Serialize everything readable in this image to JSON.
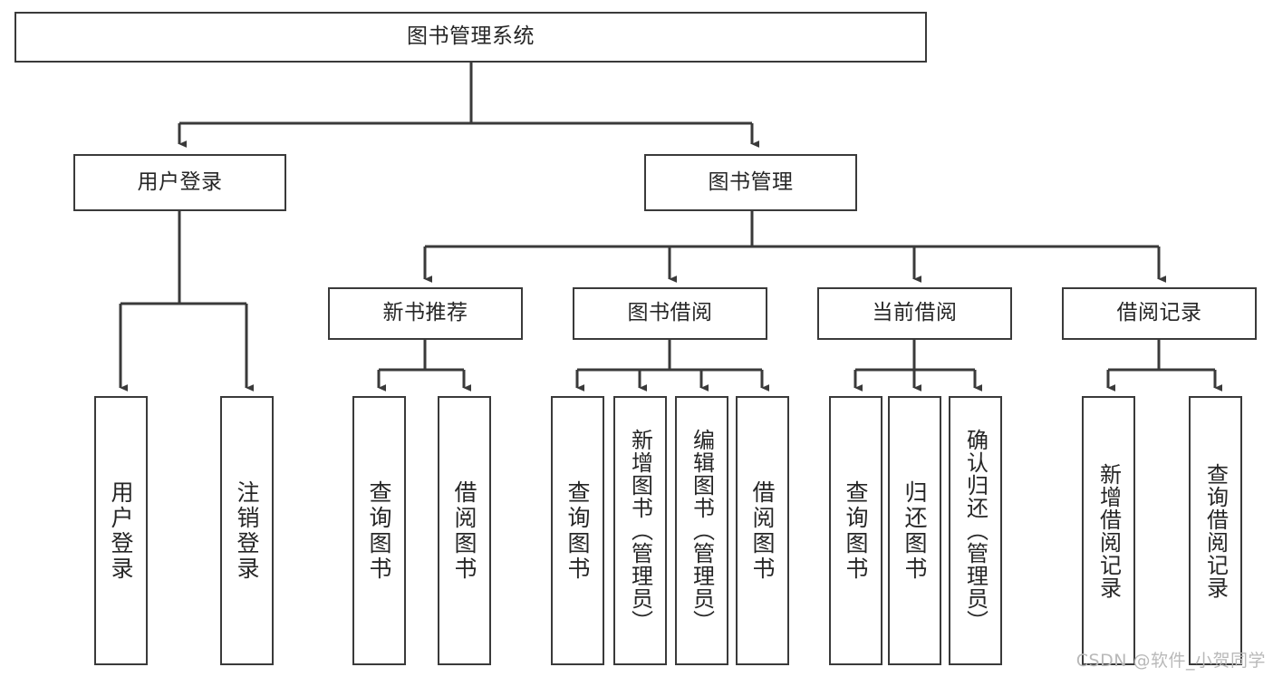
{
  "diagram": {
    "title": "图书管理系统",
    "type": "tree-hierarchy",
    "root": {
      "id": "root",
      "label": "图书管理系统"
    },
    "level2": [
      {
        "id": "user-login",
        "label": "用户登录"
      },
      {
        "id": "book-manage",
        "label": "图书管理"
      }
    ],
    "level3": [
      {
        "id": "new-book-recommend",
        "label": "新书推荐"
      },
      {
        "id": "book-borrow",
        "label": "图书借阅"
      },
      {
        "id": "current-borrow",
        "label": "当前借阅"
      },
      {
        "id": "borrow-record",
        "label": "借阅记录"
      }
    ],
    "leaves": {
      "user_login": [
        {
          "id": "leaf-user-login",
          "label": "用户登录"
        },
        {
          "id": "leaf-logout-login",
          "label": "注销登录"
        }
      ],
      "new_book_recommend": [
        {
          "id": "leaf-query-book-1",
          "label": "查询图书"
        },
        {
          "id": "leaf-borrow-book-1",
          "label": "借阅图书"
        }
      ],
      "book_borrow": [
        {
          "id": "leaf-query-book-2",
          "label": "查询图书"
        },
        {
          "id": "leaf-add-book",
          "label": "新增图书（管理员）"
        },
        {
          "id": "leaf-edit-book",
          "label": "编辑图书（管理员）"
        },
        {
          "id": "leaf-borrow-book-2",
          "label": "借阅图书"
        }
      ],
      "current_borrow": [
        {
          "id": "leaf-query-book-3",
          "label": "查询图书"
        },
        {
          "id": "leaf-return-book",
          "label": "归还图书"
        },
        {
          "id": "leaf-confirm-return",
          "label": "确认归还（管理员）"
        }
      ],
      "borrow_record": [
        {
          "id": "leaf-add-record",
          "label": "新增借阅记录"
        },
        {
          "id": "leaf-query-record",
          "label": "查询借阅记录"
        }
      ]
    }
  },
  "watermark": {
    "text": "CSDN @软件_小贺同学"
  },
  "colors": {
    "box_border": "#3a3a3a",
    "box_fill": "#ffffff",
    "text": "#262626",
    "connector": "#3a3a3a",
    "watermark": "#b9b9b9",
    "background": "#ffffff"
  }
}
